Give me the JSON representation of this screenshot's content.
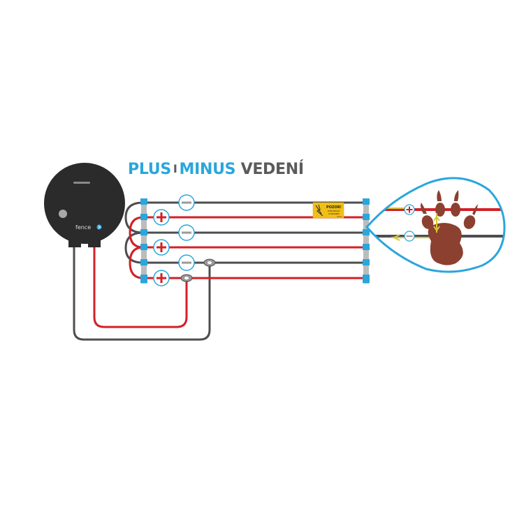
{
  "title": {
    "plus": "PLUS",
    "separator": "I",
    "minus": "MINUS",
    "vedeni": "VEDENÍ"
  },
  "energizer": {
    "brand": "fence",
    "icon": "power-indicator-icon"
  },
  "symbols": {
    "plus": "+",
    "minus": "−"
  },
  "warning_sign": {
    "heading": "POZOR!",
    "line1": "ELEKTRICKÝ",
    "line2": "OHRADNÍK",
    "brand": "fence"
  },
  "icons": [
    "energizer-icon",
    "paw-icon",
    "warning-sign-icon",
    "plus-icon",
    "minus-icon"
  ],
  "colors": {
    "plus_wire": "#d22027",
    "minus_wire": "#4d4d4f",
    "accent_blue": "#2aa6dc",
    "insulator": "#2aa6dc",
    "post": "#bcbcbc",
    "energizer": "#2b2b2b",
    "paw": "#8b4030",
    "current_arrow": "#d8c43a",
    "sign": "#f2c015"
  }
}
